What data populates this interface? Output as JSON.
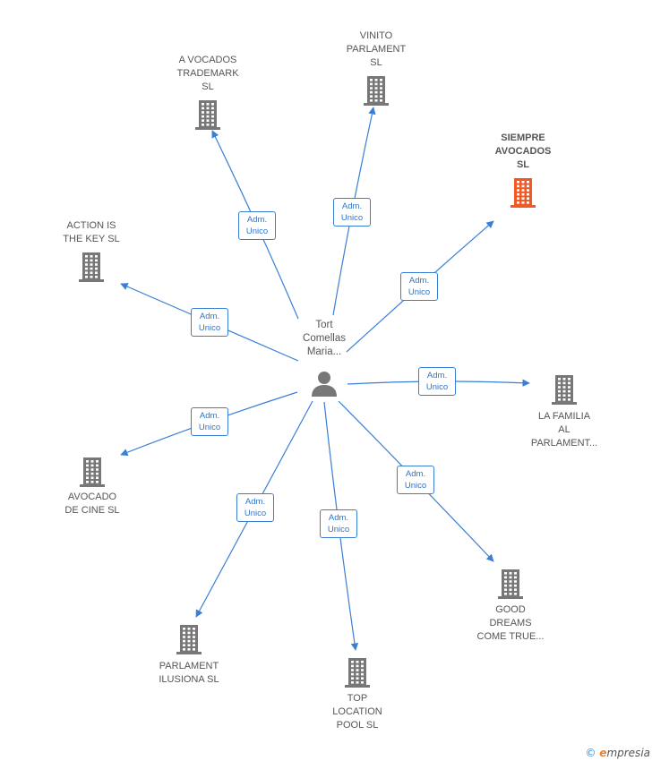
{
  "colors": {
    "edge": "#3a7fd5",
    "node": "#777777",
    "highlight": "#f15a24"
  },
  "center": {
    "label": "Tort\nComellas\nMaria..."
  },
  "relation_label": "Adm.\nUnico",
  "nodes": [
    {
      "id": "a-vocados",
      "label": "A VOCADOS\nTRADEMARK\nSL",
      "highlight": false
    },
    {
      "id": "vinito",
      "label": "VINITO\nPARLAMENT\nSL",
      "highlight": false
    },
    {
      "id": "siempre",
      "label": "SIEMPRE\nAVOCADOS\nSL",
      "highlight": true
    },
    {
      "id": "action",
      "label": "ACTION IS\nTHE KEY  SL",
      "highlight": false
    },
    {
      "id": "familia",
      "label": "LA FAMILIA\nAL\nPARLAMENT...",
      "highlight": false
    },
    {
      "id": "avocado-cine",
      "label": "AVOCADO\nDE CINE  SL",
      "highlight": false
    },
    {
      "id": "good-dreams",
      "label": "GOOD\nDREAMS\nCOME TRUE...",
      "highlight": false
    },
    {
      "id": "parlament-ilusiona",
      "label": "PARLAMENT\nILUSIONA  SL",
      "highlight": false
    },
    {
      "id": "top-location",
      "label": "TOP\nLOCATION\nPOOL  SL",
      "highlight": false
    }
  ],
  "footer": {
    "copyright": "©",
    "brand_e": "e",
    "brand_rest": "mpresia"
  }
}
